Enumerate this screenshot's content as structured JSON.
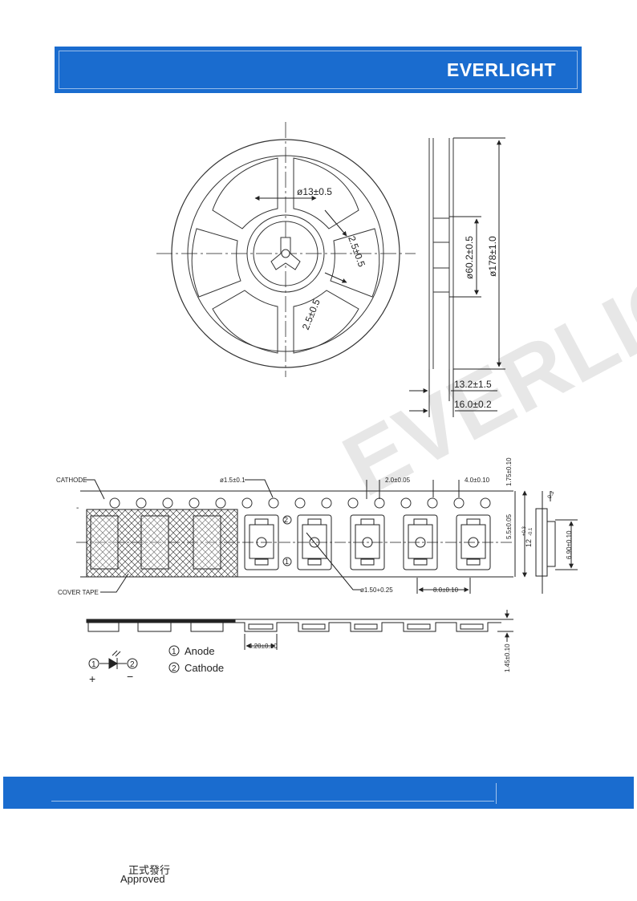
{
  "header": {
    "logo_text": "EVERLIGHT"
  },
  "reel": {
    "hub_dia": "ø13±0.5",
    "slot_a": "2.5±0.5",
    "slot_b": "2.5±0.5",
    "inner_dia": "ø60.2±0.5",
    "outer_dia": "ø178±1.0",
    "width_inner": "13.2±1.5",
    "width_outer": "16.0±0.2"
  },
  "tape": {
    "cathode_label": "CATHODE",
    "cover_tape_label": "COVER TAPE",
    "hole_dia": "ø1.5±0.1",
    "hole_pitch": "4.0±0.10",
    "hole_offset": "2.0±0.05",
    "edge_dist": "1.75±0.10",
    "row_dist": "5.5±0.05",
    "tape_width_main": "12",
    "tape_width_plus": "+0.3",
    "tape_width_minus": "-0.1",
    "pocket_width": "6.90±0.10",
    "pocket_hole": "ø1.50+0.25",
    "pocket_pitch": "8.0±0.10",
    "pocket_length": "4.20±0.10",
    "pocket_depth": "1.45±0.10",
    "side_thickness": "0.3",
    "mark_1": "1",
    "mark_2": "2"
  },
  "legend": {
    "anode_num": "1",
    "anode_label": "Anode",
    "cathode_num": "2",
    "cathode_label": "Cathode",
    "plus_sign": "+",
    "minus_sign": "−"
  },
  "watermark": "EVERLIGHT",
  "approval": {
    "zh": "正式發行",
    "en": "Approved"
  }
}
